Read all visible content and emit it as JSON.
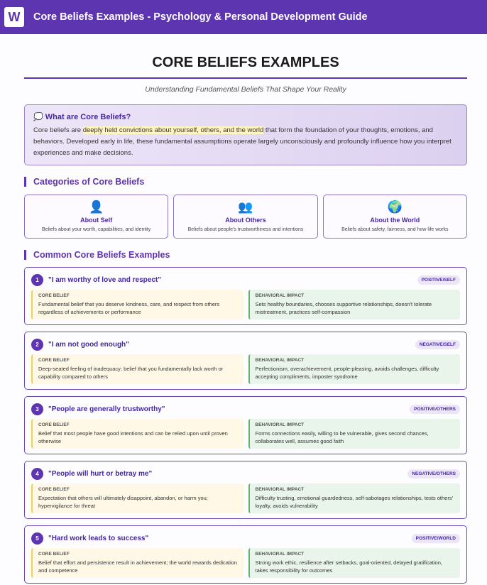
{
  "app": {
    "logo": "W",
    "title": "Core Beliefs Examples - Psychology & Personal Development Guide"
  },
  "page": {
    "title": "CORE BELIEFS EXAMPLES",
    "subtitle": "Understanding Fundamental Beliefs That Shape Your Reality"
  },
  "intro": {
    "icon": "💭",
    "heading": "What are Core Beliefs?",
    "text_before": "Core beliefs are ",
    "highlight": "deeply held convictions about yourself, others, and the world",
    "text_after": " that form the foundation of your thoughts, emotions, and behaviors. Developed early in life, these fundamental assumptions operate largely unconsciously and profoundly influence how you interpret experiences and make decisions."
  },
  "categories": {
    "heading": "Categories of Core Beliefs",
    "items": [
      {
        "icon": "👤",
        "title": "About Self",
        "desc": "Beliefs about your worth, capabilities, and identity"
      },
      {
        "icon": "👥",
        "title": "About Others",
        "desc": "Beliefs about people's trustworthiness and intentions"
      },
      {
        "icon": "🌍",
        "title": "About the World",
        "desc": "Beliefs about safety, fairness, and how life works"
      }
    ]
  },
  "examples": {
    "heading": "Common Core Beliefs Examples",
    "core_label": "CORE BELIEF",
    "impact_label": "BEHAVIORAL IMPACT",
    "items": [
      {
        "num": "1",
        "quote": "\"I am worthy of love and respect\"",
        "badge": "POSITIVE/SELF",
        "core": "Fundamental belief that you deserve kindness, care, and respect from others regardless of achievements or performance",
        "impact": "Sets healthy boundaries, chooses supportive relationships, doesn't tolerate mistreatment, practices self-compassion"
      },
      {
        "num": "2",
        "quote": "\"I am not good enough\"",
        "badge": "NEGATIVE/SELF",
        "core": "Deep-seated feeling of inadequacy; belief that you fundamentally lack worth or capability compared to others",
        "impact": "Perfectionism, overachievement, people-pleasing, avoids challenges, difficulty accepting compliments, imposter syndrome"
      },
      {
        "num": "3",
        "quote": "\"People are generally trustworthy\"",
        "badge": "POSITIVE/OTHERS",
        "core": "Belief that most people have good intentions and can be relied upon until proven otherwise",
        "impact": "Forms connections easily, willing to be vulnerable, gives second chances, collaborates well, assumes good faith"
      },
      {
        "num": "4",
        "quote": "\"People will hurt or betray me\"",
        "badge": "NEGATIVE/OTHERS",
        "core": "Expectation that others will ultimately disappoint, abandon, or harm you; hypervigilance for threat",
        "impact": "Difficulty trusting, emotional guardedness, self-sabotages relationships, tests others' loyalty, avoids vulnerability"
      },
      {
        "num": "5",
        "quote": "\"Hard work leads to success\"",
        "badge": "POSITIVE/WORLD",
        "core": "Belief that effort and persistence result in achievement; the world rewards dedication and competence",
        "impact": "Strong work ethic, resilience after setbacks, goal-oriented, delayed gratification, takes responsibility for outcomes"
      }
    ]
  }
}
